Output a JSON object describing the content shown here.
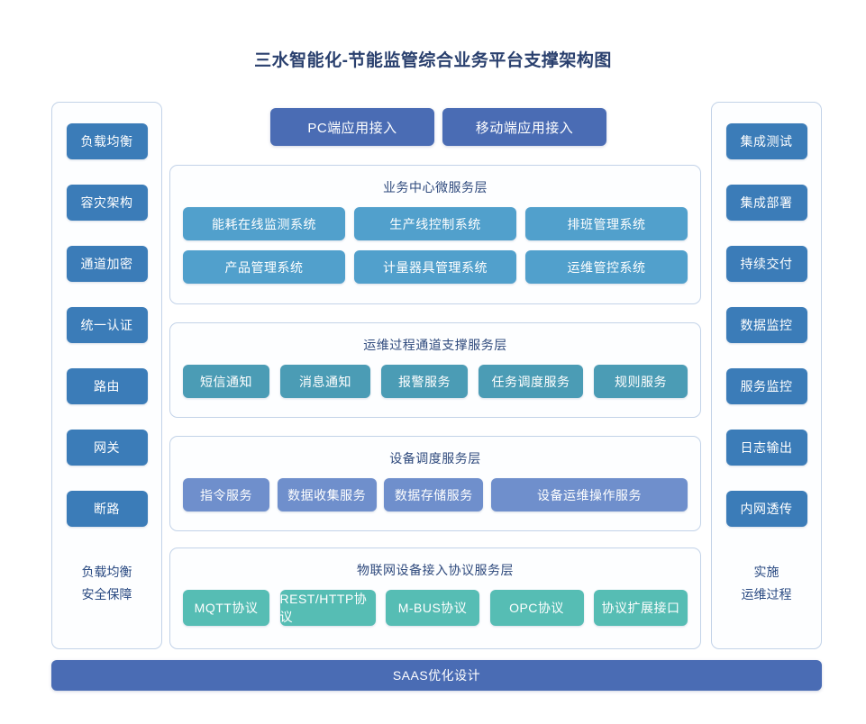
{
  "title": "三水智能化-节能监管综合业务平台支撑架构图",
  "colors": {
    "title_text": "#2a406e",
    "side_chip": "#3b7cb8",
    "top_button": "#4a6cb4",
    "business_chip": "#51a0cc",
    "ops_chip": "#4b9cb5",
    "device_chip": "#6f8fcc",
    "iot_chip": "#56bdb4",
    "panel_border": "#c3d3e8",
    "bottom_bar": "#4a6cb4"
  },
  "left_column": {
    "items": [
      {
        "label": "负载均衡"
      },
      {
        "label": "容灾架构"
      },
      {
        "label": "通道加密"
      },
      {
        "label": "统一认证"
      },
      {
        "label": "路由"
      },
      {
        "label": "网关"
      },
      {
        "label": "断路"
      }
    ],
    "caption_line1": "负载均衡",
    "caption_line2": "安全保障"
  },
  "right_column": {
    "items": [
      {
        "label": "集成测试"
      },
      {
        "label": "集成部署"
      },
      {
        "label": "持续交付"
      },
      {
        "label": "数据监控"
      },
      {
        "label": "服务监控"
      },
      {
        "label": "日志输出"
      },
      {
        "label": "内网透传"
      }
    ],
    "caption_line1": "实施",
    "caption_line2": "运维过程"
  },
  "top_buttons": [
    {
      "label": "PC端应用接入"
    },
    {
      "label": "移动端应用接入"
    }
  ],
  "layers": [
    {
      "id": "business",
      "title": "业务中心微服务层",
      "rows": [
        [
          {
            "label": "能耗在线监测系统"
          },
          {
            "label": "生产线控制系统"
          },
          {
            "label": "排班管理系统"
          }
        ],
        [
          {
            "label": "产品管理系统"
          },
          {
            "label": "计量器具管理系统"
          },
          {
            "label": "运维管控系统"
          }
        ]
      ]
    },
    {
      "id": "ops",
      "title": "运维过程通道支撑服务层",
      "rows": [
        [
          {
            "label": "短信通知"
          },
          {
            "label": "消息通知"
          },
          {
            "label": "报警服务"
          },
          {
            "label": "任务调度服务"
          },
          {
            "label": "规则服务"
          }
        ]
      ]
    },
    {
      "id": "device",
      "title": "设备调度服务层",
      "rows": [
        [
          {
            "label": "指令服务"
          },
          {
            "label": "数据收集服务"
          },
          {
            "label": "数据存储服务"
          },
          {
            "label": "设备运维操作服务"
          }
        ]
      ]
    },
    {
      "id": "iot",
      "title": "物联网设备接入协议服务层",
      "rows": [
        [
          {
            "label": "MQTT协议"
          },
          {
            "label": "REST/HTTP协议"
          },
          {
            "label": "M-BUS协议"
          },
          {
            "label": "OPC协议"
          },
          {
            "label": "协议扩展接口"
          }
        ]
      ]
    }
  ],
  "bottom_bar": {
    "label": "SAAS优化设计"
  }
}
